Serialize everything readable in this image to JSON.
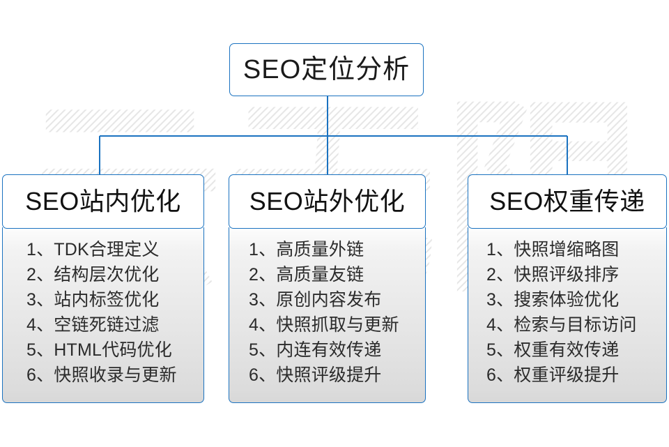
{
  "diagram": {
    "root": {
      "label": "SEO定位分析"
    },
    "watermark": {
      "text": "云无限",
      "color": "#e8e8e8"
    },
    "accent_color": "#1a72c0",
    "columns": [
      {
        "header": "SEO站内优化",
        "items": [
          "1、TDK合理定义",
          "2、结构层次优化",
          "3、站内标签优化",
          "4、空链死链过滤",
          "5、HTML代码优化",
          "6、快照收录与更新"
        ]
      },
      {
        "header": "SEO站外优化",
        "items": [
          "1、高质量外链",
          "2、高质量友链",
          "3、原创内容发布",
          "4、快照抓取与更新",
          "5、内连有效传递",
          "6、快照评级提升"
        ]
      },
      {
        "header": "SEO权重传递",
        "items": [
          "1、快照增缩略图",
          "2、快照评级排序",
          "3、搜索体验优化",
          "4、检索与目标访问",
          "5、权重有效传递",
          "6、权重评级提升"
        ]
      }
    ]
  }
}
